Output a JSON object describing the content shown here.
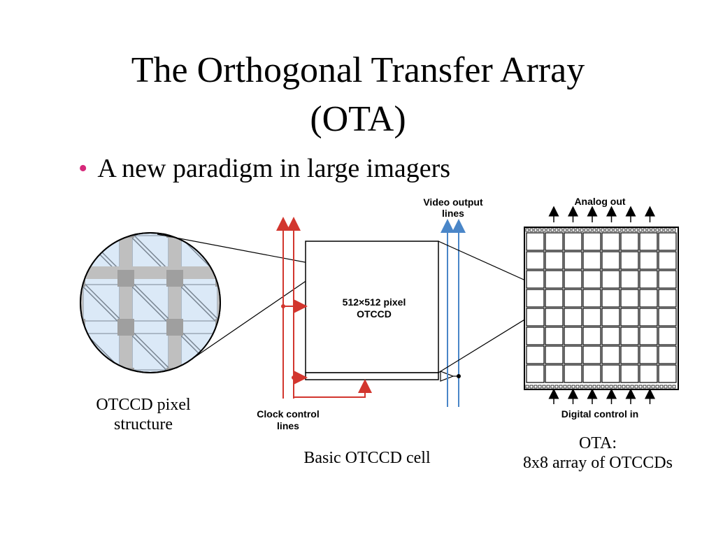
{
  "slide": {
    "title_line1": "The Orthogonal Transfer Array",
    "title_line2": "(OTA)",
    "bullet": "A new paradigm in large imagers"
  },
  "diagram": {
    "video_output_label_line1": "Video output",
    "video_output_label_line2": "lines",
    "cell_label_line1": "512×512 pixel",
    "cell_label_line2": "OTCCD",
    "clock_control_label_line1": "Clock control",
    "clock_control_label_line2": "lines",
    "analog_out_label": "Analog out",
    "digital_control_label": "Digital control in",
    "ota_grid_size": "8x8"
  },
  "captions": {
    "pixel_structure_line1": "OTCCD pixel",
    "pixel_structure_line2": "structure",
    "basic_cell": "Basic OTCCD cell",
    "ota_line1": "OTA:",
    "ota_line2": "8x8 array of OTCCDs"
  },
  "colors": {
    "bullet": "#d6287a",
    "clock_lines": "#d2362e",
    "video_lines": "#4a86c8",
    "pixel_fill": "#dbe9f7",
    "pixel_grid": "#bfbfbf"
  }
}
